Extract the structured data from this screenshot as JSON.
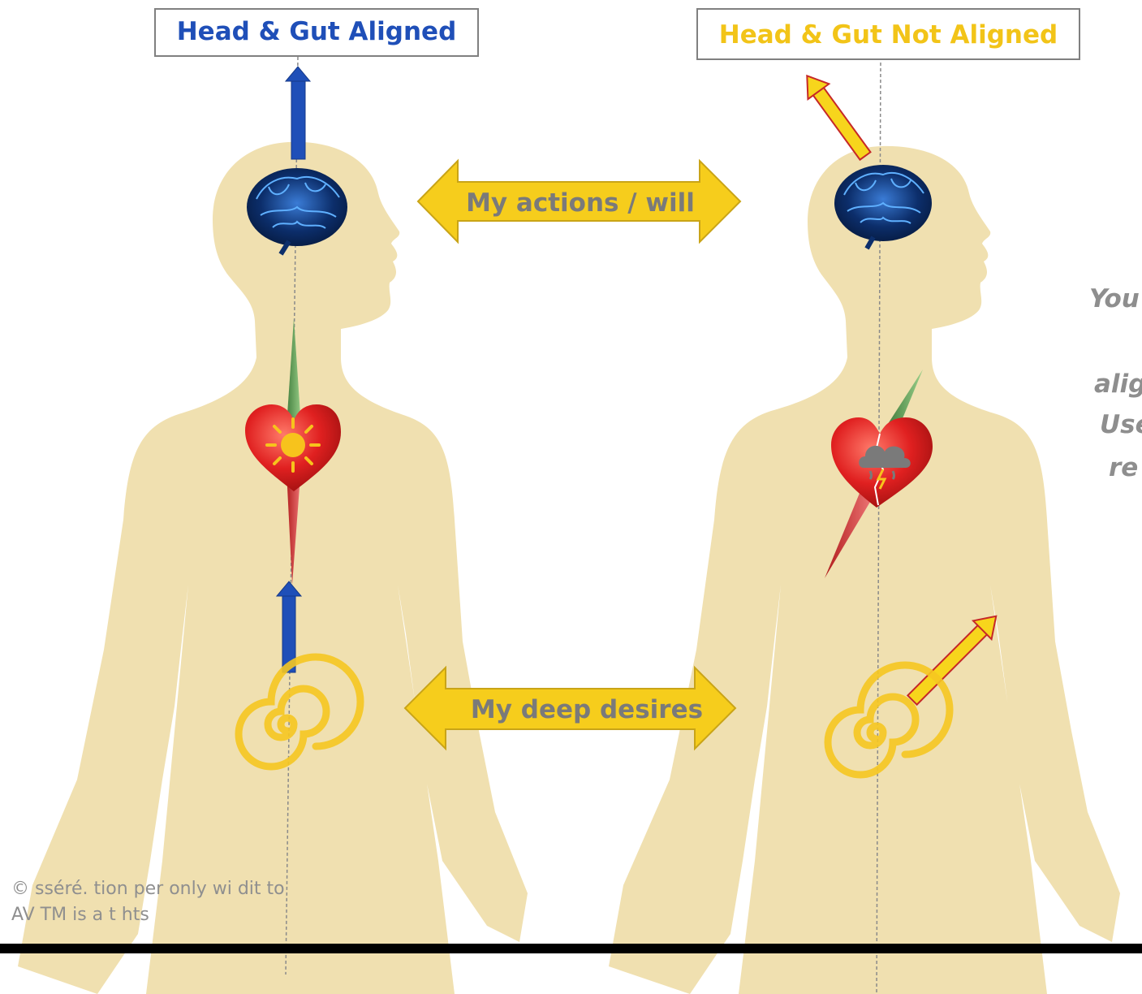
{
  "titles": {
    "left": "Head & Gut Aligned",
    "right": "Head & Gut Not Aligned"
  },
  "labels": {
    "actions": "My actions / will",
    "desires": "My deep desires"
  },
  "side_text": [
    "You",
    "alig",
    "Use",
    "re"
  ],
  "copyright": {
    "line1": "© sséré. tion per only wi dit to",
    "line2": "AV TM is a t hts"
  },
  "colors": {
    "silhouette": "#f0e0b0",
    "blue_arrow": "#1f4fb8",
    "yellow_arrow": "#f7d51c",
    "yellow_arrow_outline": "#c62828",
    "heart": "#d81e1e",
    "double_arrow": "#f6cd1c",
    "title_left": "#1f4fb8",
    "title_right": "#f2c418"
  },
  "icons": [
    "brain-icon",
    "heart-icon",
    "sun-icon",
    "storm-cloud-icon",
    "spiral-icon",
    "compass-needle-icon"
  ]
}
